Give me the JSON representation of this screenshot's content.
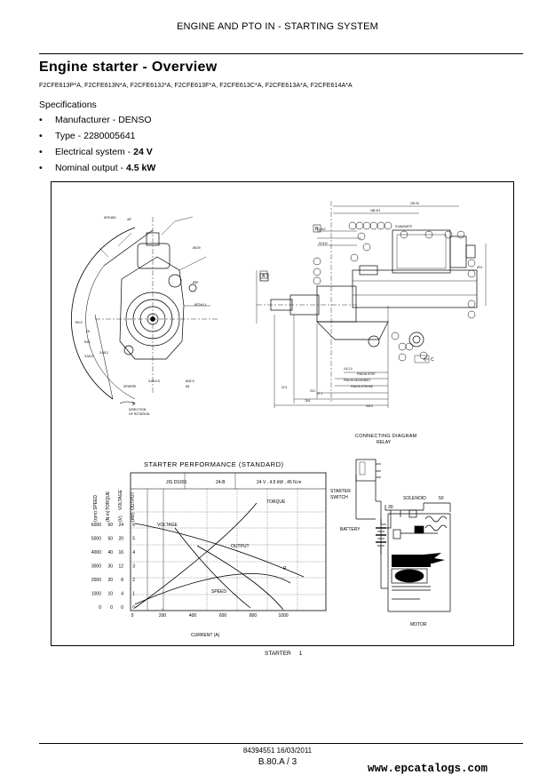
{
  "header": {
    "section": "ENGINE AND PTO IN - STARTING SYSTEM"
  },
  "title": "Engine starter - Overview",
  "models": "F2CFE613P*A, F2CFE613N*A, F2CFE613J*A, F2CFE613F*A, F2CFE613C*A, F2CFE613A*A, F2CFE614A*A",
  "specifications": {
    "heading": "Specifications",
    "bullet": "•",
    "items": [
      {
        "label": "Manufacturer - ",
        "value": "DENSO",
        "bold": false
      },
      {
        "label": "Type - ",
        "value": "2280005641",
        "bold": false
      },
      {
        "label": "Electrical system - ",
        "value": "24 V",
        "bold": true
      },
      {
        "label": "Nominal output - ",
        "value": "4.5 kW",
        "bold": true
      }
    ]
  },
  "figure": {
    "caption_label": "STARTER",
    "caption_num": "1",
    "performance_chart": {
      "title": "STARTER PERFORMANCE (STANDARD)",
      "std": "JIS D1601",
      "temp": "24-B",
      "rating": "24 V , 4.5 kW , 45 N.m",
      "axis_titles": [
        "SPEED",
        "TORQUE",
        "VOLTAGE",
        "OUTPUT"
      ],
      "axis_units": [
        "(rpm)",
        "(N.m)",
        "(V)",
        "(kW)"
      ],
      "speed_ticks": [
        "6000",
        "5000",
        "4000",
        "3000",
        "2000",
        "1000",
        "0"
      ],
      "torque_ticks": [
        "60",
        "50",
        "40",
        "30",
        "20",
        "10",
        "0"
      ],
      "voltage_ticks": [
        "24",
        "20",
        "16",
        "12",
        "8",
        "4",
        "0"
      ],
      "output_ticks": [
        "6",
        "5",
        "4",
        "3",
        "2",
        "1",
        "0"
      ],
      "x_ticks": [
        "0",
        "200",
        "400",
        "600",
        "800",
        "1000"
      ],
      "xlabel": "CURRENT (A)",
      "curve_labels": {
        "torque": "TORQUE",
        "voltage": "VOLTAGE",
        "output": "OUTPUT",
        "speed": "SPEED",
        "r": "R"
      }
    },
    "connecting_diagram": {
      "title": "CONNECTING DIAGRAM",
      "relay": "RELAY",
      "starter_switch_1": "STARTER",
      "starter_switch_2": "SWITCH",
      "solenoid": "SOLENOID",
      "terminal_30": "30",
      "terminal_50": "50",
      "battery": "BATTERY",
      "motor": "MOTOR"
    },
    "drawing_labels": {
      "direction_1": "DIRECTION",
      "direction_2": "OF ROTATION",
      "datum_a": "A",
      "datum_b": "B",
      "datum_c": "C"
    }
  },
  "footer": {
    "doc_id": "84394551 16/03/2011",
    "page": "B.80.A / 3"
  },
  "watermark": "www.epcatalogs.com"
}
